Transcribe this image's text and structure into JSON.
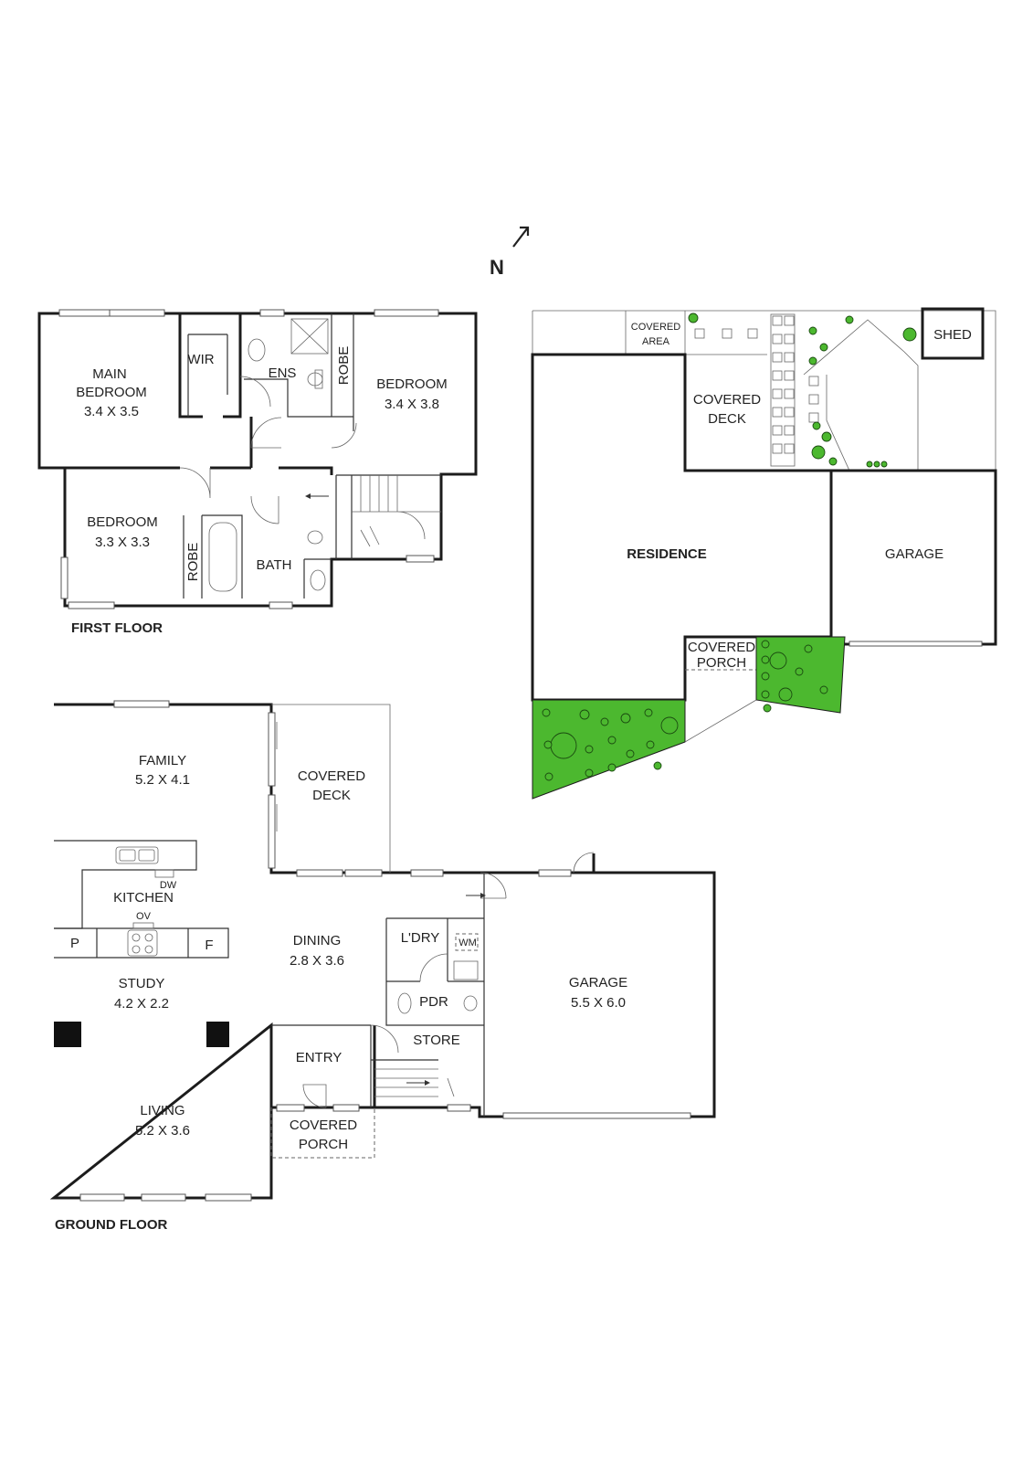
{
  "compass": {
    "label": "N"
  },
  "first_floor": {
    "title": "FIRST FLOOR",
    "main_bedroom": {
      "name_line1": "MAIN",
      "name_line2": "BEDROOM",
      "size": "3.4 X 3.5"
    },
    "wir": "WIR",
    "ens": "ENS",
    "robe_1": "ROBE",
    "bedroom_2": {
      "name": "BEDROOM",
      "size": "3.4 X 3.8"
    },
    "bedroom_3": {
      "name": "BEDROOM",
      "size": "3.3 X 3.3"
    },
    "robe_2": "ROBE",
    "bath": "BATH"
  },
  "ground_floor": {
    "title": "GROUND FLOOR",
    "family": {
      "name": "FAMILY",
      "size": "5.2 X 4.1"
    },
    "covered_deck": {
      "line1": "COVERED",
      "line2": "DECK"
    },
    "kitchen": "KITCHEN",
    "dw": "DW",
    "ov": "OV",
    "pantry": "P",
    "fridge": "F",
    "dining": {
      "name": "DINING",
      "size": "2.8 X 3.6"
    },
    "laundry": "L'DRY",
    "wm": "WM",
    "pdr": "PDR",
    "study": {
      "name": "STUDY",
      "size": "4.2 X 2.2"
    },
    "entry": "ENTRY",
    "store": "STORE",
    "garage": {
      "name": "GARAGE",
      "size": "5.5 X 6.0"
    },
    "living": {
      "name": "LIVING",
      "size": "5.2 X 3.6"
    },
    "covered_porch": {
      "line1": "COVERED",
      "line2": "PORCH"
    }
  },
  "site_plan": {
    "covered_area": {
      "line1": "COVERED",
      "line2": "AREA"
    },
    "shed": "SHED",
    "covered_deck": {
      "line1": "COVERED",
      "line2": "DECK"
    },
    "residence": "RESIDENCE",
    "garage": "GARAGE",
    "covered_porch": {
      "line1": "COVERED",
      "line2": "PORCH"
    }
  },
  "colors": {
    "wall": "#1c1c1c",
    "garden": "#4cb82f",
    "background": "#ffffff"
  }
}
